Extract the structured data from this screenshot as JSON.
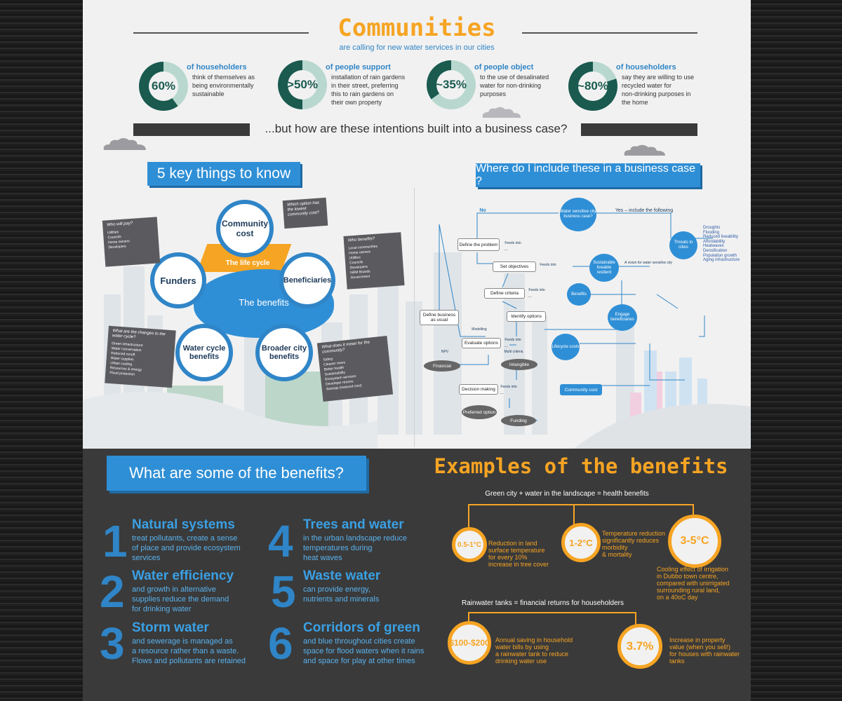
{
  "header": {
    "title": "Communities",
    "subtitle": "are calling for new water services in our cities"
  },
  "stats": [
    {
      "value": "60%",
      "heading": "of householders",
      "text": [
        "think of themselves as",
        "being environmentally",
        "sustainable"
      ],
      "fraction": 0.6
    },
    {
      "value": ">50%",
      "heading": "of people support",
      "text": [
        "installation of rain gardens",
        "in their street, preferring",
        "this to rain gardens on",
        "their own property"
      ],
      "fraction": 0.5
    },
    {
      "value": "~35%",
      "heading": "of people object",
      "text": [
        "to the use of desalinated",
        "water for non-drinking",
        "purposes"
      ],
      "fraction": 0.35
    },
    {
      "value": "~80%",
      "heading": "of householders",
      "text": [
        "say they are willing to use",
        "recycled water for",
        "non-drinking purposes in",
        "the home"
      ],
      "fraction": 0.8
    }
  ],
  "question": "...but how are these intentions built into a business case?",
  "key_things": {
    "banner": "5 key things to know",
    "community": "Community cost",
    "funders": "Funders",
    "beneficiaries": "Beneficiaries",
    "water_cycle": "Water cycle benefits",
    "broader": "Broader city benefits",
    "lifecycle": "The life cycle",
    "benefits": "The benefits",
    "card_community_title": "Which option has the lowest community cost?",
    "card_funders_title": "Who will pay?",
    "card_funders_items": [
      "Utilities",
      "Councils",
      "Home owners",
      "Developers"
    ],
    "card_benef_title": "Who benefits?",
    "card_benef_items": [
      "Local communities",
      "Home owners",
      "Utilities",
      "Councils",
      "Developers",
      "NRM Boards",
      "Government"
    ],
    "card_water_title": "What are the changes to the water cycle?",
    "card_water_items": [
      "Green infrastructure",
      "Water conservation",
      "Reduced runoff",
      "Water supplies",
      "Urban cooling",
      "Resources & energy",
      "Flood protection"
    ],
    "card_broader_title": "What does it mean for the community?",
    "card_broader_items": [
      "Safety",
      "Cleaner rivers",
      "Better health",
      "Sustainability",
      "Ecosystem services",
      "Developer returns",
      "Savings (reduced cost)"
    ]
  },
  "flow": {
    "banner": "Where do I include these in a business case ?",
    "wsc": "Water sensitive city business case?",
    "no": "No",
    "yes": "Yes – include the following",
    "threats": "Threats to cities",
    "threats_list": [
      "Droughts",
      "Flooding",
      "Reduced liveability",
      "Affordability",
      "Heatwaves",
      "Densification",
      "Population growth",
      "Aging infrastructure"
    ],
    "define_problem": "Define the problem",
    "set_objectives": "Set objectives",
    "define_criteria": "Define criteria",
    "identify_options": "Identify options",
    "define_bau": "Define business as usual",
    "evaluate": "Evaluate options",
    "decision": "Decision making",
    "preferred": "Preferred option",
    "funding": "Funding",
    "financial": "Financial",
    "intangible": "Intangible",
    "sustainable": "Sustainable liveable resilient",
    "benefits": "Benefits",
    "engage": "Engage beneficiaries",
    "lifecycle": "Lifecycle costs",
    "community": "Community cost",
    "feeds": "Feeds into",
    "vision": "A vision for water sensitive city",
    "modelling": "Modelling",
    "npv": "NPV",
    "multi": "Multi criteria",
    "dots": "..."
  },
  "benefits_section": {
    "banner": "What are some of the benefits?",
    "items": [
      {
        "num": "1",
        "title": "Natural systems",
        "text": [
          "treat pollutants, create a sense",
          "of place and provide ecosystem",
          "services"
        ]
      },
      {
        "num": "2",
        "title": "Water efficiency",
        "text": [
          "and growth in alternative",
          "supplies reduce the demand",
          "for drinking water"
        ]
      },
      {
        "num": "3",
        "title": "Storm water",
        "text": [
          "and sewerage  is managed as",
          "a resource rather than a waste.",
          "Flows and pollutants are retained"
        ]
      },
      {
        "num": "4",
        "title": "Trees and water",
        "text": [
          "in the urban landscape reduce",
          "temperatures during",
          "heat waves"
        ]
      },
      {
        "num": "5",
        "title": "Waste water",
        "text": [
          "can provide energy,",
          "nutrients and minerals"
        ]
      },
      {
        "num": "6",
        "title": "Corridors of green",
        "text": [
          "and blue throughout cities create",
          "space for flood waters when it rains",
          "and space for play at other times"
        ]
      }
    ]
  },
  "examples": {
    "title": "Examples of the benefits",
    "health_label": "Green city + water in the landscape = health benefits",
    "e1_value": "0.5-1°C",
    "e1_text": [
      "Reduction in land",
      "surface temperature",
      "for every 10%",
      "increase in tree cover"
    ],
    "e2_value": "1-2°C",
    "e2_text": [
      "Temperature reduction",
      "significantly reduces",
      "morbidity",
      "& mortality"
    ],
    "e3_value": "3-5°C",
    "e3_text": [
      "Cooling effect of irrigation",
      "in Dubbo town centre,",
      "compared with unirrigated",
      "surrounding rural land,",
      "on a 40oC day"
    ],
    "tanks_label": "Rainwater tanks = financial returns for householders",
    "e4_value": "$100-$200",
    "e4_text": [
      "Annual saving in household",
      "water bills by using",
      "a rainwater tank to reduce",
      "drinking water use"
    ],
    "e5_value": "3.7%",
    "e5_text": [
      "Increase in property",
      "value (when you sell!)",
      "for houses with rainwater",
      "tanks"
    ]
  },
  "colors": {
    "accent": "#f6a423",
    "blue": "#2f85c7",
    "teal": "#1a5a4f",
    "lightteal": "#b8d8cf"
  }
}
